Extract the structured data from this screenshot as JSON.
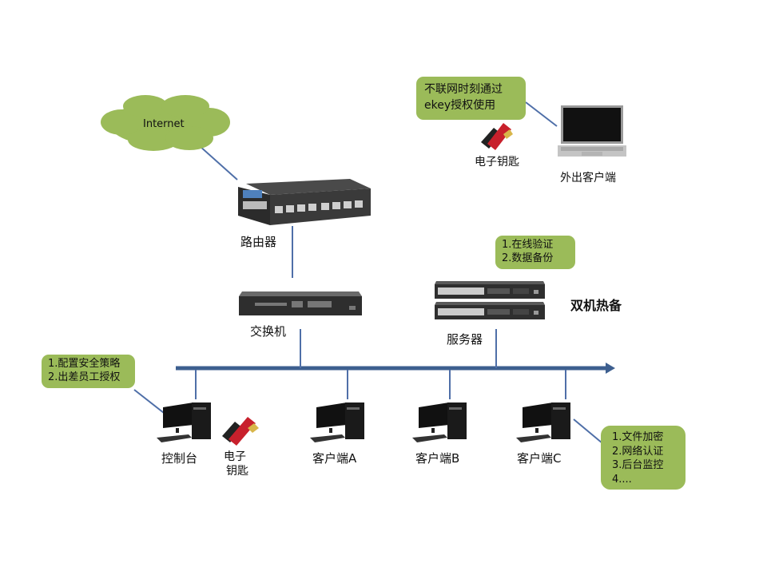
{
  "diagram": {
    "internet": {
      "label": "Internet"
    },
    "router": {
      "label": "路由器"
    },
    "switch": {
      "label": "交换机"
    },
    "server": {
      "label": "服务器",
      "redundancy_label": "双机热备",
      "notes": [
        "1.在线验证",
        "2.数据备份"
      ]
    },
    "laptop": {
      "label": "外出客户端",
      "notes": [
        "不联网时刻通过",
        "ekey授权使用"
      ],
      "usb_key_label": "电子钥匙"
    },
    "console": {
      "label": "控制台",
      "notes": [
        "1.配置安全策略",
        "2.出差员工授权"
      ],
      "usb_key_label_line1": "电子",
      "usb_key_label_line2": "钥匙"
    },
    "clients": [
      {
        "label": "客户端A"
      },
      {
        "label": "客户端B"
      },
      {
        "label": "客户端C"
      }
    ],
    "client_notes": [
      "1.文件加密",
      "2.网络认证",
      "3.后台监控",
      "4...."
    ],
    "colors": {
      "callout": "#9bbb59",
      "line": "#4f81bd",
      "bus": "#3d5f8f"
    }
  }
}
